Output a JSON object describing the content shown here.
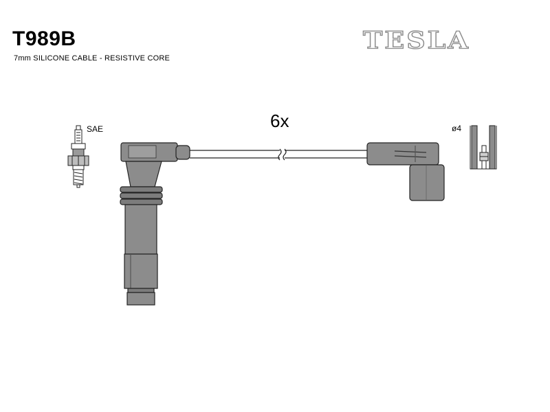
{
  "part_number": "T989B",
  "description": "7mm SILICONE CABLE - RESISTIVE CORE",
  "brand": "TESLA",
  "quantity_label": "6x",
  "plug_standard": "SAE",
  "terminal_diameter": "ø4"
}
